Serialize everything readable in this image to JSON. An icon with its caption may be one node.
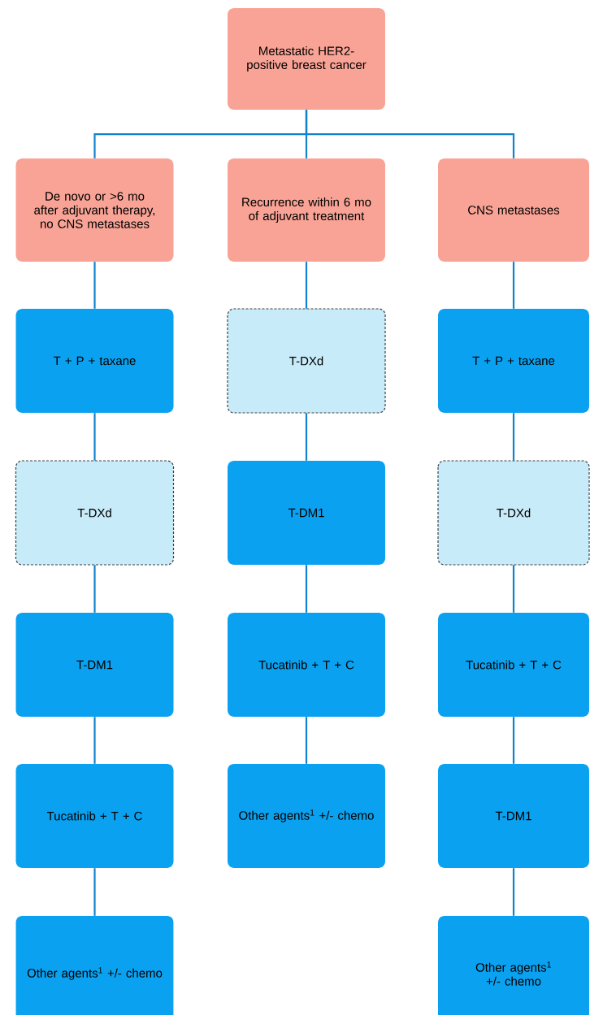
{
  "diagram": {
    "nodes": [
      {
        "text": [
          "Metastatic HER2-positive breast cancer"
        ]
      },
      {
        "text": [
          "De novo or >6 mo after adjuvant therapy, no CNS metastases"
        ]
      },
      {
        "text": [
          "Recurrence within 6 mo of adjuvant treatment"
        ]
      },
      {
        "text": [
          "CNS metastases"
        ]
      },
      {
        "text": [
          "T + P + taxane"
        ]
      },
      {
        "text": [
          "T-DXd"
        ]
      },
      {
        "text": [
          "T + P + taxane"
        ]
      },
      {
        "text": [
          "T-DXd"
        ]
      },
      {
        "text": [
          "T-DM1"
        ]
      },
      {
        "text": [
          "T-DXd"
        ]
      },
      {
        "text": [
          "T-DM1"
        ]
      },
      {
        "text": [
          "Tucatinib + T + C"
        ]
      },
      {
        "text": [
          "Tucatinib + T + C"
        ]
      },
      {
        "text": [
          "Tucatinib + T + C"
        ]
      },
      {
        "text": [
          "Other agents$^{1}$ +/- chemo"
        ]
      },
      {
        "text": [
          "T-DM1"
        ]
      },
      {
        "text": [
          "Other agents$^{1}$ +/- chemo"
        ]
      },
      {
        "text": [
          "Other agents$^{1}$ +/- chemo"
        ]
      }
    ],
    "edges": [
      {
        "from": 0,
        "to": 1,
        "arrow": "none"
      },
      {
        "from": 0,
        "to": 2,
        "arrow": "none"
      },
      {
        "from": 0,
        "to": 3,
        "arrow": "none"
      },
      {
        "from": 1,
        "to": 4,
        "arrow": "none"
      },
      {
        "from": 4,
        "to": 7,
        "arrow": "none"
      },
      {
        "from": 7,
        "to": 10,
        "arrow": "none"
      },
      {
        "from": 10,
        "to": 13,
        "arrow": "none"
      },
      {
        "from": 13,
        "to": 16,
        "arrow": "none"
      },
      {
        "from": 2,
        "to": 5,
        "arrow": "none"
      },
      {
        "from": 5,
        "to": 8,
        "arrow": "none"
      },
      {
        "from": 8,
        "to": 11,
        "arrow": "none"
      },
      {
        "from": 11,
        "to": 14,
        "arrow": "none"
      },
      {
        "from": 3,
        "to": 6,
        "arrow": "none"
      },
      {
        "from": 6,
        "to": 9,
        "arrow": "none"
      },
      {
        "from": 9,
        "to": 12,
        "arrow": "none"
      },
      {
        "from": 12,
        "to": 15,
        "arrow": "none"
      },
      {
        "from": 15,
        "to": 17,
        "arrow": "none"
      }
    ]
  }
}
